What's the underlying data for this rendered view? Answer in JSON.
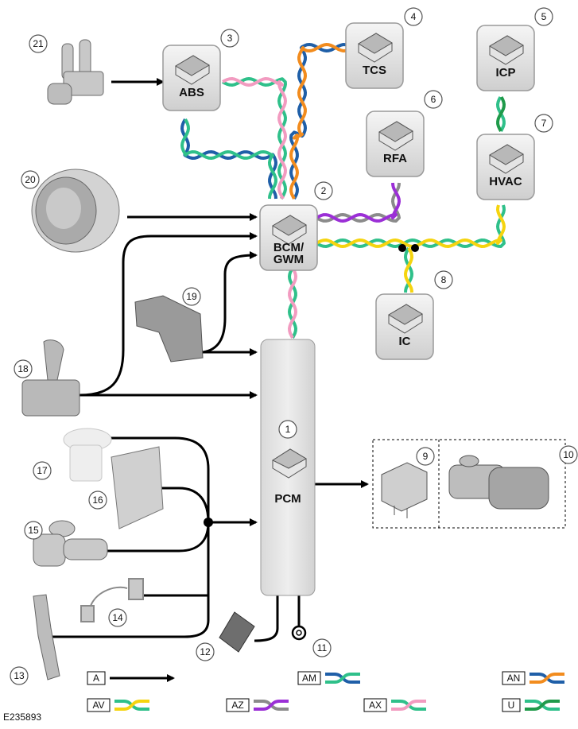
{
  "figure_id": "E235893",
  "modules": {
    "pcm": "PCM",
    "bcm": "BCM/\nGWM",
    "abs": "ABS",
    "tcs": "TCS",
    "rfa": "RFA",
    "icp": "ICP",
    "hvac": "HVAC",
    "ic": "IC"
  },
  "callouts": [
    "1",
    "2",
    "3",
    "4",
    "5",
    "6",
    "7",
    "8",
    "9",
    "10",
    "11",
    "12",
    "13",
    "14",
    "15",
    "16",
    "17",
    "18",
    "19",
    "20",
    "21"
  ],
  "legend": [
    {
      "code": "A",
      "desc": "arrow"
    },
    {
      "code": "AM",
      "colors": [
        "#1f5fa8",
        "#2fc08a"
      ]
    },
    {
      "code": "AN",
      "colors": [
        "#1f5fa8",
        "#f28c1e"
      ]
    },
    {
      "code": "AV",
      "colors": [
        "#2fc08a",
        "#f5d40f"
      ]
    },
    {
      "code": "AZ",
      "colors": [
        "#8b8b8b",
        "#9b2fd6"
      ]
    },
    {
      "code": "AX",
      "colors": [
        "#2fc08a",
        "#f29bc0"
      ]
    },
    {
      "code": "U",
      "colors": [
        "#2fc08a",
        "#1f9a4a"
      ]
    }
  ],
  "colors": {
    "blue": "#1f5fa8",
    "green": "#2fc08a",
    "orange": "#f28c1e",
    "yellow": "#f5d40f",
    "pink": "#f29bc0",
    "purple": "#9b2fd6",
    "gray": "#8b8b8b",
    "dkgreen": "#1f9a4a"
  }
}
